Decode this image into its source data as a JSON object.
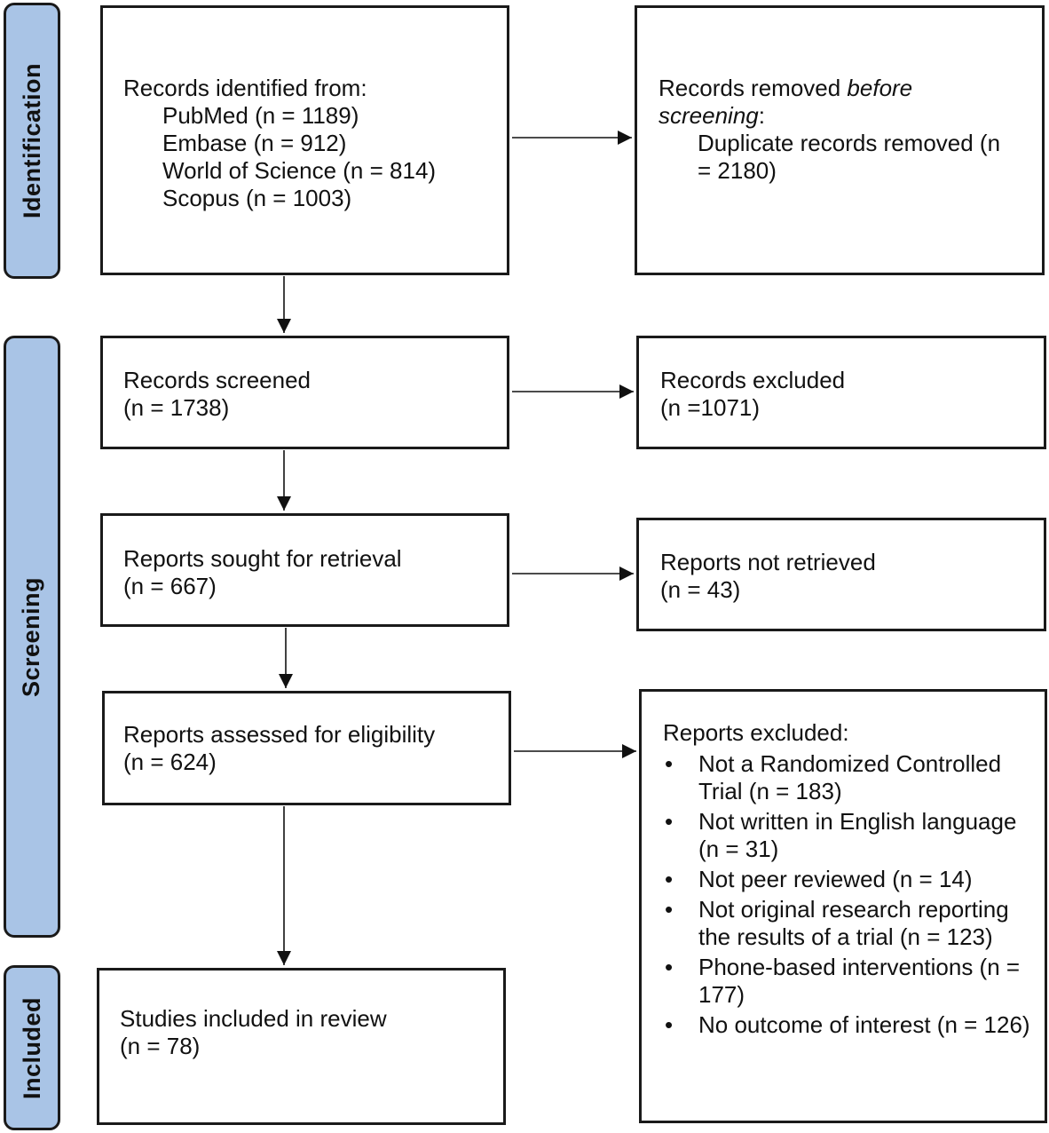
{
  "stages": {
    "identification": "Identification",
    "screening": "Screening",
    "included": "Included"
  },
  "identification_box": {
    "heading": "Records identified from:",
    "sources": [
      "PubMed (n = 1189)",
      "Embase (n = 912)",
      "World of Science (n = 814)",
      "Scopus (n = 1003)"
    ]
  },
  "removed_box": {
    "heading_plain": "Records removed ",
    "heading_italic_1": "before",
    "heading_italic_2": "screening",
    "heading_colon": ":",
    "detail_line_1": "Duplicate records removed (n",
    "detail_line_2": "= 2180)"
  },
  "screened_box": {
    "line_1": "Records screened",
    "line_2": "(n = 1738)"
  },
  "excluded_box": {
    "line_1": "Records excluded",
    "line_2": "(n =1071)"
  },
  "sought_box": {
    "line_1": "Reports sought for retrieval",
    "line_2": "(n = 667)"
  },
  "not_retrieved_box": {
    "line_1": "Reports not retrieved",
    "line_2": "(n = 43)"
  },
  "assessed_box": {
    "line_1": "Reports assessed for eligibility",
    "line_2": "(n = 624)"
  },
  "reports_excluded_box": {
    "heading": "Reports excluded:",
    "reasons": [
      "Not a Randomized Controlled Trial (n = 183)",
      "Not written in English language (n = 31)",
      "Not peer reviewed (n = 14)",
      "Not original research reporting the results of a trial (n = 123)",
      "Phone-based interventions (n = 177)",
      "No outcome of interest (n = 126)"
    ]
  },
  "included_box": {
    "line_1": "Studies included in review",
    "line_2": "(n = 78)"
  }
}
